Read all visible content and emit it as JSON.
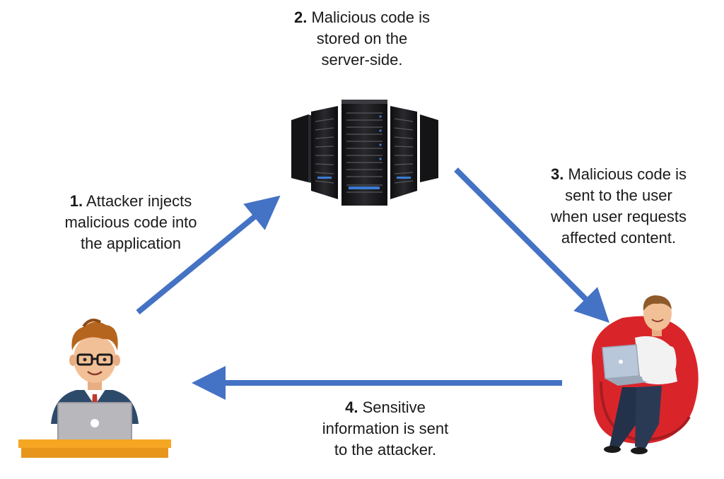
{
  "steps": [
    {
      "id": "step1",
      "number": "1.",
      "lines": [
        "Attacker injects",
        "malicious code into",
        "the application"
      ]
    },
    {
      "id": "step2",
      "number": "2.",
      "lines": [
        "Malicious code is",
        "stored on the",
        "server-side."
      ]
    },
    {
      "id": "step3",
      "number": "3.",
      "lines": [
        "Malicious code is",
        "sent to the user",
        "when user requests",
        "affected content."
      ]
    },
    {
      "id": "step4",
      "number": "4.",
      "lines": [
        "Sensitive",
        "information is sent",
        "to the attacker."
      ]
    }
  ],
  "colors": {
    "arrow": "#4472C4",
    "server_body": "#1c1c1e",
    "server_led_blue": "#3a7bd5",
    "desk": "#f5a623",
    "laptop": "#b8b8bc",
    "chair": "#d9252a",
    "shirt_attacker": "#2e4a6b",
    "hair": "#b5651d",
    "skin": "#f2c097"
  },
  "icons": [
    "server-rack-icon",
    "attacker-icon",
    "user-icon"
  ]
}
